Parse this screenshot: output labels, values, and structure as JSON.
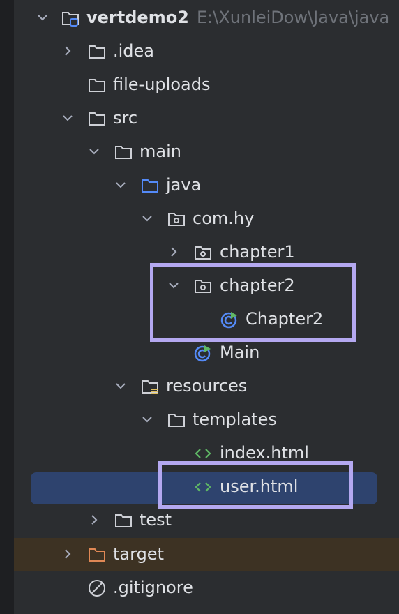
{
  "tree": {
    "root": {
      "label": "vertdemo2",
      "path": "E:\\XunleiDow\\Java\\java",
      "expanded": true
    },
    "idea": {
      "label": ".idea",
      "expanded": false
    },
    "file_uploads": {
      "label": "file-uploads"
    },
    "src": {
      "label": "src",
      "expanded": true
    },
    "main": {
      "label": "main",
      "expanded": true
    },
    "java": {
      "label": "java",
      "expanded": true
    },
    "com_hy": {
      "label": "com.hy",
      "expanded": true
    },
    "chapter1": {
      "label": "chapter1",
      "expanded": false
    },
    "chapter2": {
      "label": "chapter2",
      "expanded": true
    },
    "chapter2_class": {
      "label": "Chapter2"
    },
    "main_class": {
      "label": "Main"
    },
    "resources": {
      "label": "resources",
      "expanded": true
    },
    "templates": {
      "label": "templates",
      "expanded": true
    },
    "index_html": {
      "label": "index.html"
    },
    "user_html": {
      "label": "user.html",
      "selected": true
    },
    "test": {
      "label": "test",
      "expanded": false
    },
    "target": {
      "label": "target",
      "expanded": false,
      "excluded": true
    },
    "gitignore": {
      "label": ".gitignore"
    }
  },
  "colors": {
    "background": "#2b2d30",
    "selection": "#2e436e",
    "excluded_row": "#3d3223",
    "highlight_box": "#b4a8f0",
    "source_root_folder": "#548af7",
    "excluded_folder": "#e08855",
    "class_icon": "#548af7",
    "run_marker": "#5fb865",
    "html_icon": "#5fb865",
    "path_text": "#6f737a"
  },
  "icons": {
    "root": "module-folder-icon",
    "folder": "folder-icon",
    "source_root": "source-root-folder-icon",
    "package": "package-icon",
    "resources": "resources-root-folder-icon",
    "class": "java-class-run-icon",
    "html": "html-file-icon",
    "excluded": "excluded-folder-icon",
    "ignore": "ignore-file-icon",
    "chevron_down": "chevron-down-icon",
    "chevron_right": "chevron-right-icon"
  },
  "annotations": [
    {
      "name": "highlight-box-chapter2",
      "target": "chapter2 package and Chapter2 class"
    },
    {
      "name": "highlight-box-user-html",
      "target": "user.html"
    }
  ]
}
